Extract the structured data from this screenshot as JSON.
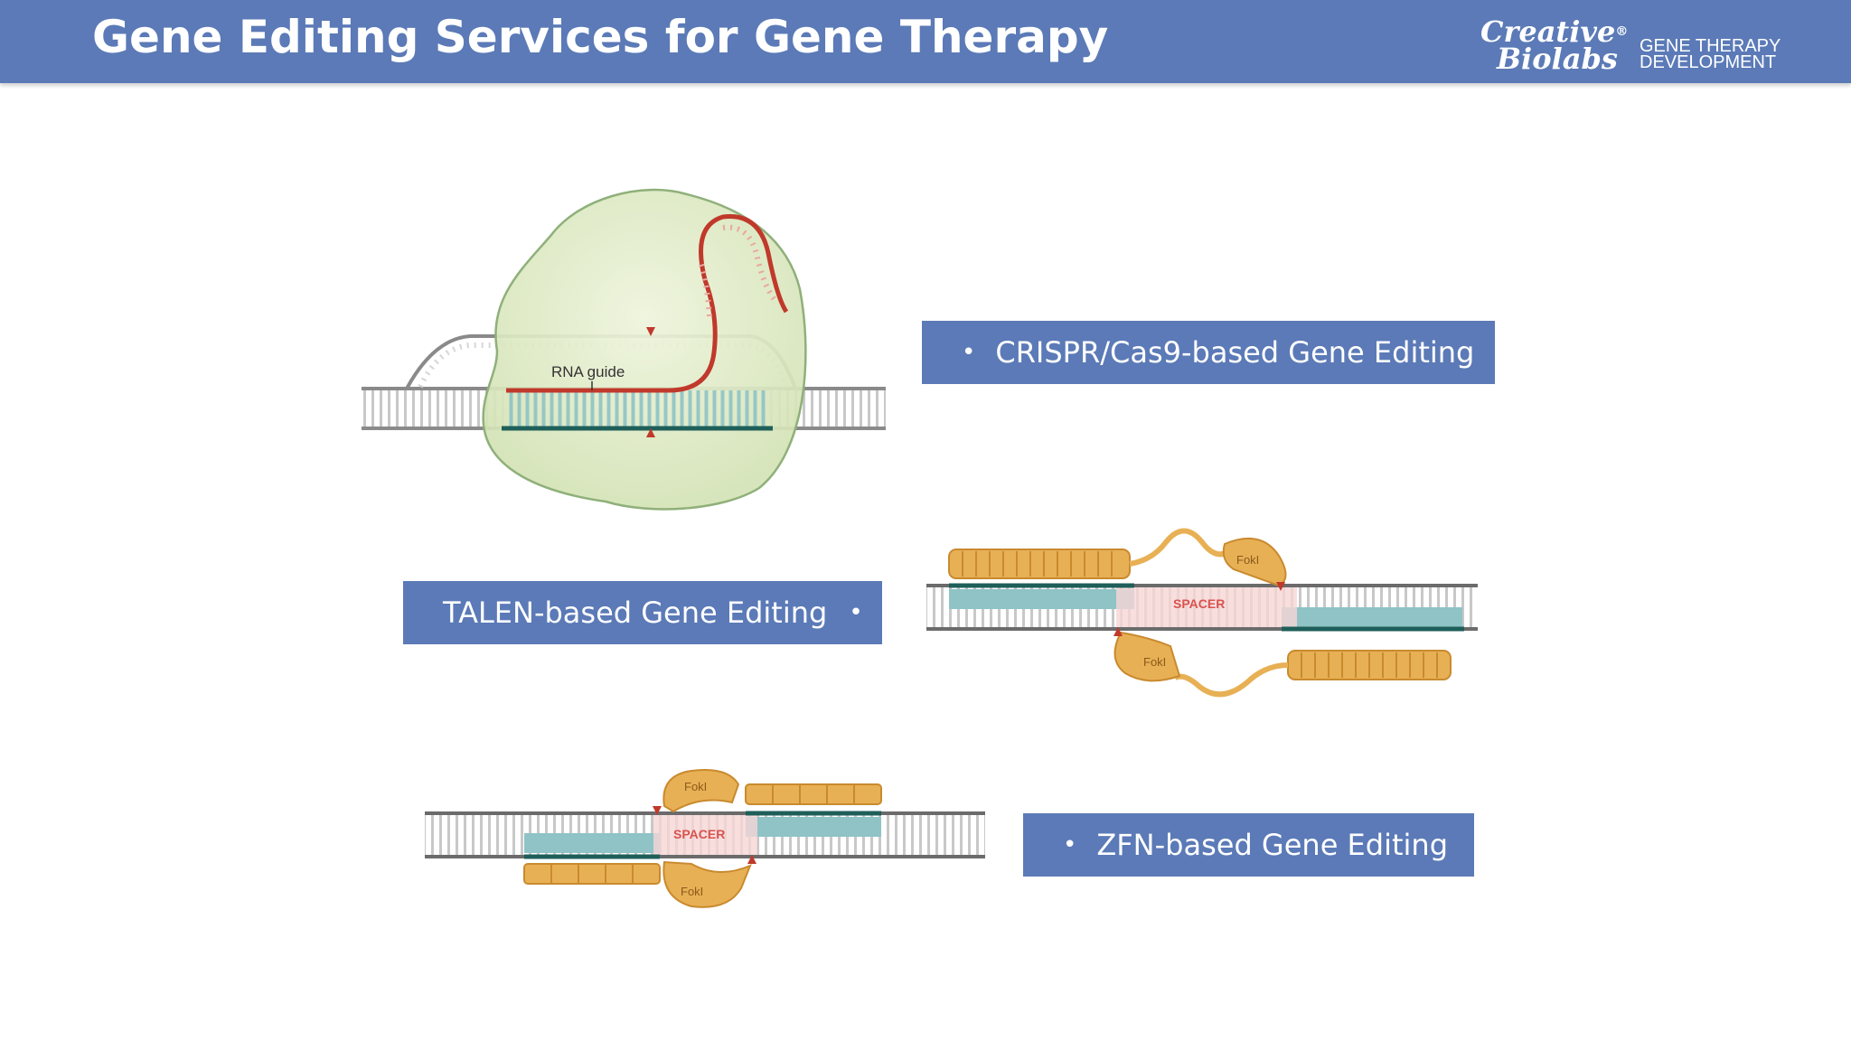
{
  "header": {
    "title": "Gene Editing Services for Gene Therapy",
    "logo_line1": "Creative",
    "logo_line2": "Biolabs",
    "logo_registered": "®",
    "logo_sub_line1": "GENE THERAPY",
    "logo_sub_line2": "DEVELOPMENT"
  },
  "crispr": {
    "label": "CRISPR/Cas9-based Gene Editing",
    "rna_guide": "RNA guide"
  },
  "talen": {
    "label": "TALEN-based Gene Editing",
    "spacer": "SPACER",
    "fok1_top": "FokI",
    "fok1_bottom": "FokI"
  },
  "zfn": {
    "label": "ZFN-based Gene Editing",
    "spacer": "SPACER",
    "fok1_top": "FokI",
    "fok1_bottom": "FokI"
  },
  "bullet": "•",
  "colors": {
    "header_bg": "#5b7ab7",
    "box_bg": "#5b7ab7",
    "dna_teal": "#8fc3c6",
    "dna_dark": "#1f5f5a",
    "protein_tan": "#e8b055",
    "cas9_green": "#dfe9c6",
    "rna_red": "#c0392b"
  }
}
